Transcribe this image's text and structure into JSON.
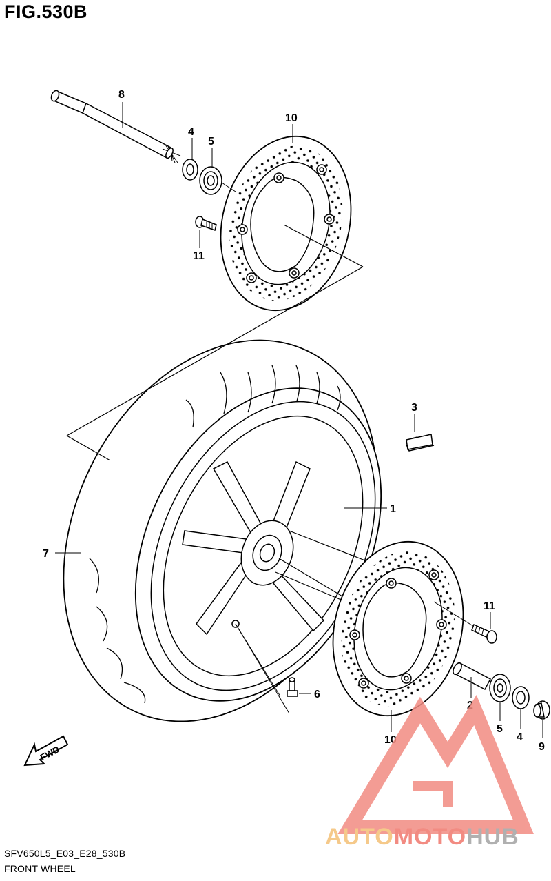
{
  "figure": {
    "title": "FIG.530B"
  },
  "footer": {
    "code": "SFV650L5_E03_E28_530B",
    "name": "FRONT WHEEL"
  },
  "direction_arrow": {
    "label": "FWD"
  },
  "callouts": {
    "axle": "8",
    "seal_top": "4",
    "bearing_top": "5",
    "disc_top": "10",
    "bolt_top": "11",
    "balancer": "3",
    "wheel": "1",
    "tire": "7",
    "bolt_right": "11",
    "valve": "6",
    "spacer": "2",
    "disc_bottom": "10",
    "bearing_bottom": "5",
    "seal_bottom": "4",
    "collar": "9"
  },
  "watermark": {
    "part1": "AUTO",
    "part2": "MOTO",
    "part3": "HUB",
    "color_part1": "#f5c98a",
    "color_part2": "#f28b82",
    "color_part3": "#b0b0b0",
    "logo_color": "#f28b82"
  }
}
